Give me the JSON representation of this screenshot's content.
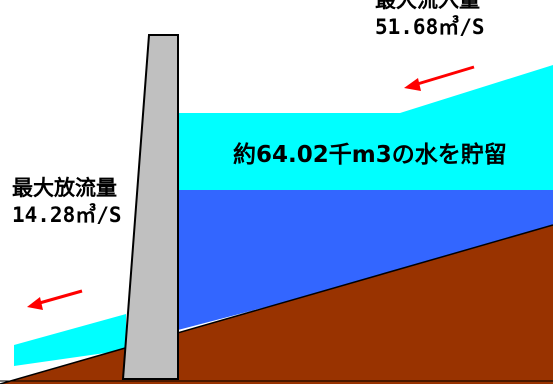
{
  "inflow": {
    "label": "最大流入量",
    "value": "51.68㎥/S"
  },
  "outflow": {
    "label": "最大放流量",
    "value": "14.28㎥/S"
  },
  "storage": {
    "label": "約64.02千m3の水を貯留"
  },
  "colors": {
    "upper_water": "#00ffff",
    "lower_water": "#3366ff",
    "ground": "#993300",
    "dam": "#c0c0c0",
    "arrow": "#ff0000",
    "outline": "#000000"
  }
}
